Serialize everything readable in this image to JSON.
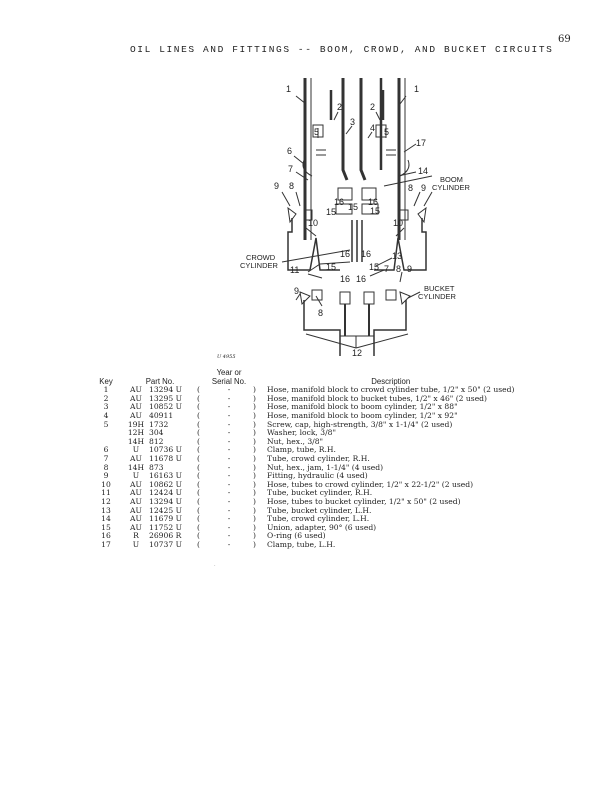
{
  "page": {
    "number": "69",
    "title": "OIL LINES AND FITTINGS -- BOOM, CROWD, AND BUCKET CIRCUITS",
    "figure_id": "U 4955",
    "bottom_mark": "."
  },
  "diagram": {
    "callouts": [
      "1",
      "2",
      "3",
      "4",
      "5",
      "6",
      "7",
      "8",
      "9",
      "10",
      "11",
      "12",
      "13",
      "14",
      "15",
      "16",
      "17"
    ],
    "labels": {
      "boom": "BOOM",
      "boom2": "CYLINDER",
      "crowd": "CROWD",
      "crowd2": "CYLINDER",
      "bucket": "BUCKET",
      "bucket2": "CYLINDER"
    }
  },
  "table": {
    "headers": {
      "key": "Key",
      "part_no": "Part No.",
      "year_1": "Year or",
      "year_2": "Serial No.",
      "description": "Description"
    },
    "rows": [
      {
        "key": "1",
        "prefix": "AU",
        "num": "13294 U",
        "po": "(",
        "yr": "-",
        "pc": ")",
        "desc": "Hose, manifold block to crowd cylinder tube, 1/2\" x 50\" (2 used)"
      },
      {
        "key": "2",
        "prefix": "AU",
        "num": "13295 U",
        "po": "(",
        "yr": "-",
        "pc": ")",
        "desc": "Hose, manifold block to bucket tubes, 1/2\" x 46\" (2 used)"
      },
      {
        "key": "3",
        "prefix": "AU",
        "num": "10852 U",
        "po": "(",
        "yr": "-",
        "pc": ")",
        "desc": "Hose, manifold block to boom cylinder, 1/2\" x 88\""
      },
      {
        "key": "4",
        "prefix": "AU",
        "num": "40911",
        "po": "(",
        "yr": "-",
        "pc": ")",
        "desc": "Hose, manifold block to boom cylinder, 1/2\" x 92\""
      },
      {
        "key": "5",
        "prefix": "19H",
        "num": "1732",
        "po": "(",
        "yr": "-",
        "pc": ")",
        "desc": "Screw, cap, high-strength, 3/8\" x 1-1/4\" (2 used)"
      },
      {
        "key": "",
        "prefix": "12H",
        "num": "304",
        "po": "(",
        "yr": "-",
        "pc": ")",
        "desc": "Washer, lock, 3/8\""
      },
      {
        "key": "",
        "prefix": "14H",
        "num": "812",
        "po": "(",
        "yr": "-",
        "pc": ")",
        "desc": "Nut, hex., 3/8\""
      },
      {
        "key": "6",
        "prefix": "U",
        "num": "10736 U",
        "po": "(",
        "yr": "-",
        "pc": ")",
        "desc": "Clamp, tube, R.H."
      },
      {
        "key": "7",
        "prefix": "AU",
        "num": "11678 U",
        "po": "(",
        "yr": "-",
        "pc": ")",
        "desc": "Tube, crowd cylinder, R.H."
      },
      {
        "key": "8",
        "prefix": "14H",
        "num": "873",
        "po": "(",
        "yr": "-",
        "pc": ")",
        "desc": "Nut, hex., jam, 1-1/4\" (4 used)"
      },
      {
        "key": "9",
        "prefix": "U",
        "num": "16163 U",
        "po": "(",
        "yr": "-",
        "pc": ")",
        "desc": "Fitting, hydraulic (4 used)"
      },
      {
        "key": "10",
        "prefix": "AU",
        "num": "10862 U",
        "po": "(",
        "yr": "-",
        "pc": ")",
        "desc": "Hose, tubes to crowd cylinder, 1/2\" x 22-1/2\" (2 used)"
      },
      {
        "key": "11",
        "prefix": "AU",
        "num": "12424 U",
        "po": "(",
        "yr": "-",
        "pc": ")",
        "desc": "Tube, bucket cylinder, R.H."
      },
      {
        "key": "12",
        "prefix": "AU",
        "num": "13294 U",
        "po": "(",
        "yr": "-",
        "pc": ")",
        "desc": "Hose, tubes to bucket cylinder, 1/2\" x 50\" (2 used)"
      },
      {
        "key": "13",
        "prefix": "AU",
        "num": "12425 U",
        "po": "(",
        "yr": "-",
        "pc": ")",
        "desc": "Tube, bucket cylinder, L.H."
      },
      {
        "key": "14",
        "prefix": "AU",
        "num": "11679 U",
        "po": "(",
        "yr": "-",
        "pc": ")",
        "desc": "Tube, crowd cylinder, L.H."
      },
      {
        "key": "15",
        "prefix": "AU",
        "num": "11752 U",
        "po": "(",
        "yr": "-",
        "pc": ")",
        "desc": "Union, adapter, 90° (6 used)"
      },
      {
        "key": "16",
        "prefix": "R",
        "num": "26906 R",
        "po": "(",
        "yr": "-",
        "pc": ")",
        "desc": "O-ring (6 used)"
      },
      {
        "key": "17",
        "prefix": "U",
        "num": "10737 U",
        "po": "(",
        "yr": "-",
        "pc": ")",
        "desc": "Clamp, tube, L.H."
      }
    ]
  }
}
